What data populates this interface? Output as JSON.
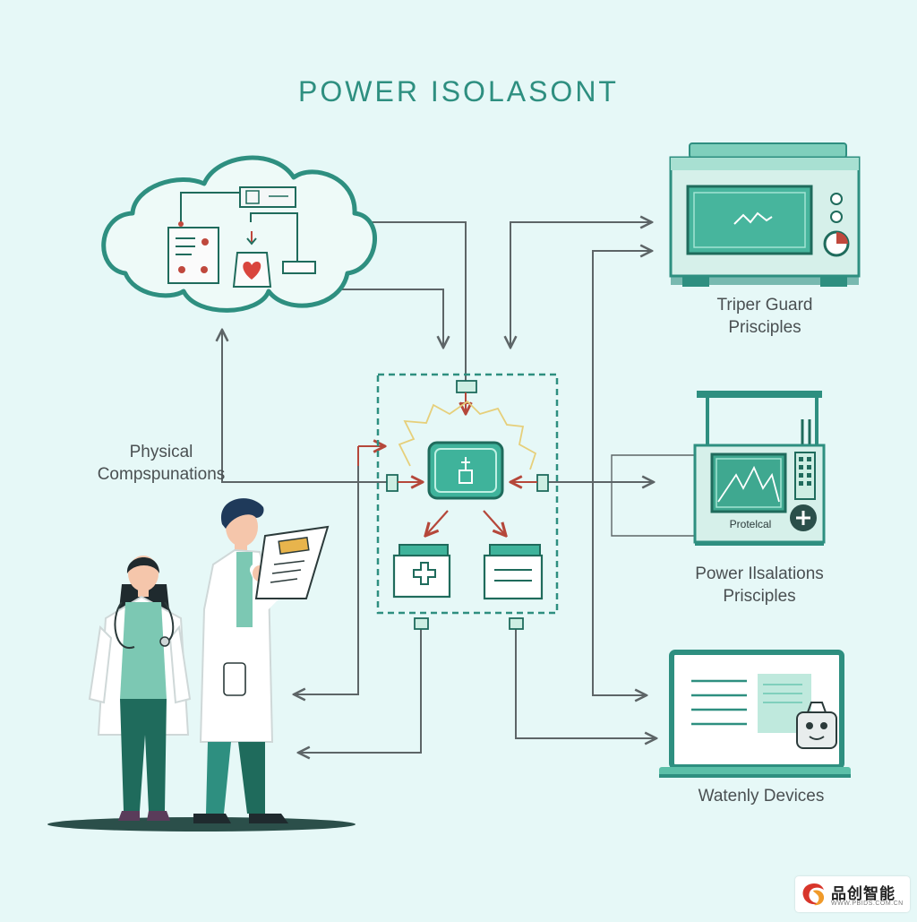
{
  "title": "POWER ISOLASONT",
  "labels": {
    "physical": [
      "Physical",
      "Compspunations"
    ],
    "triper": [
      "Triper Guard",
      "Prisciples"
    ],
    "power_principles": [
      "Power Ilsalations",
      "Prisciples"
    ],
    "watenly": "Watenly Devices",
    "monitor_screen": "Protelcal"
  },
  "colors": {
    "background": "#e6f8f7",
    "primary_teal": "#2e8f80",
    "dark_green": "#1f6b5c",
    "light_green": "#cdeee3",
    "line_gray": "#5d6567",
    "accent_red": "#b5473a"
  },
  "icons": [
    "cloud-icon",
    "heart-icon",
    "document-icon",
    "monitor-icon",
    "plus-icon",
    "laptop-icon",
    "robot-icon",
    "chip-icon",
    "medical-cross-icon"
  ],
  "watermark": {
    "brand": "品创智能",
    "url": "WWW.PBIDS.COM.CN"
  }
}
